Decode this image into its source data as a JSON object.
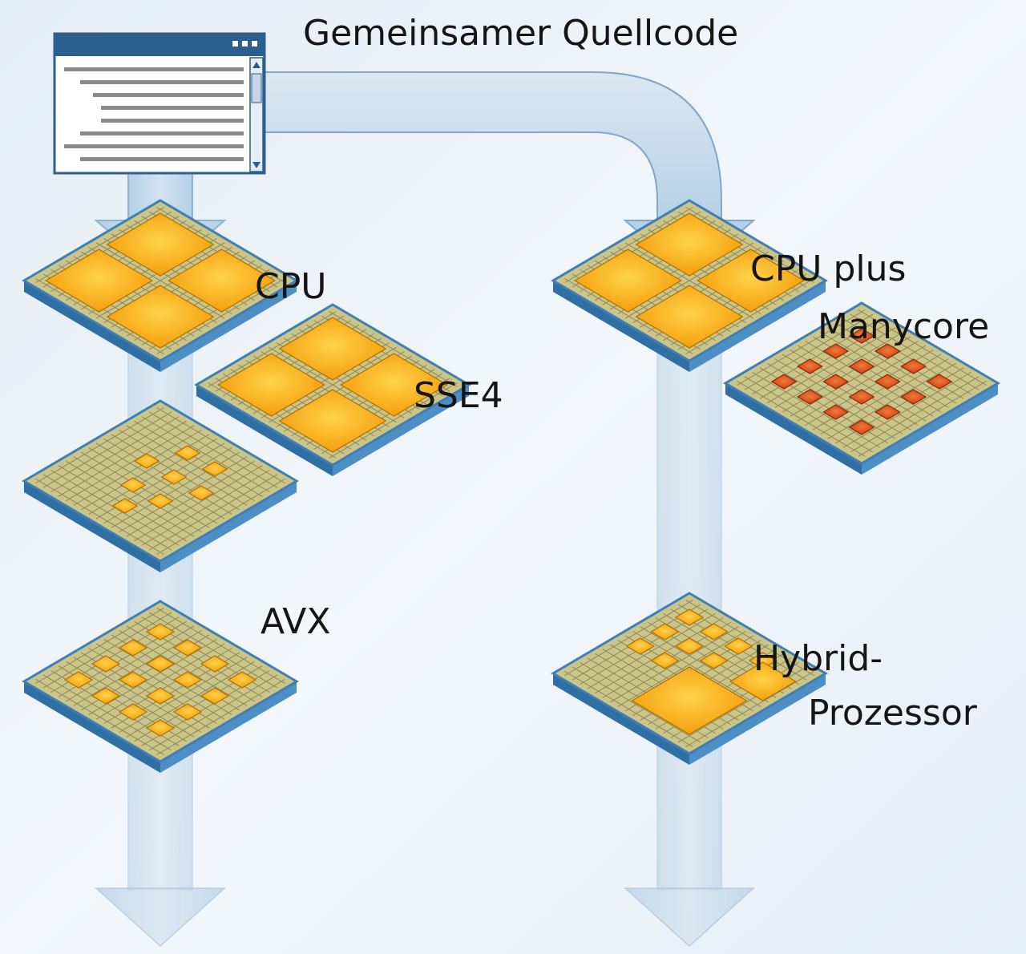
{
  "labels": {
    "source": "Gemeinsamer Quellcode",
    "cpu": "CPU",
    "sse4": "SSE4",
    "avx": "AVX",
    "cpu_plus_line1": "CPU plus",
    "cpu_plus_line2": "Manycore",
    "hybrid_line1": "Hybrid-",
    "hybrid_line2": "Prozessor"
  },
  "colors": {
    "background": "#eef3f8",
    "flow_arrow": "#c2d8ea",
    "flow_arrow_edge": "#8fb4d2",
    "chip_board": "#cbc58a",
    "chip_edge": "#3f7fb3",
    "core_large": "#f7b511",
    "core_small": "#f4b52c",
    "core_manycore": "#e2531f",
    "window_frame": "#2d5f8e"
  }
}
